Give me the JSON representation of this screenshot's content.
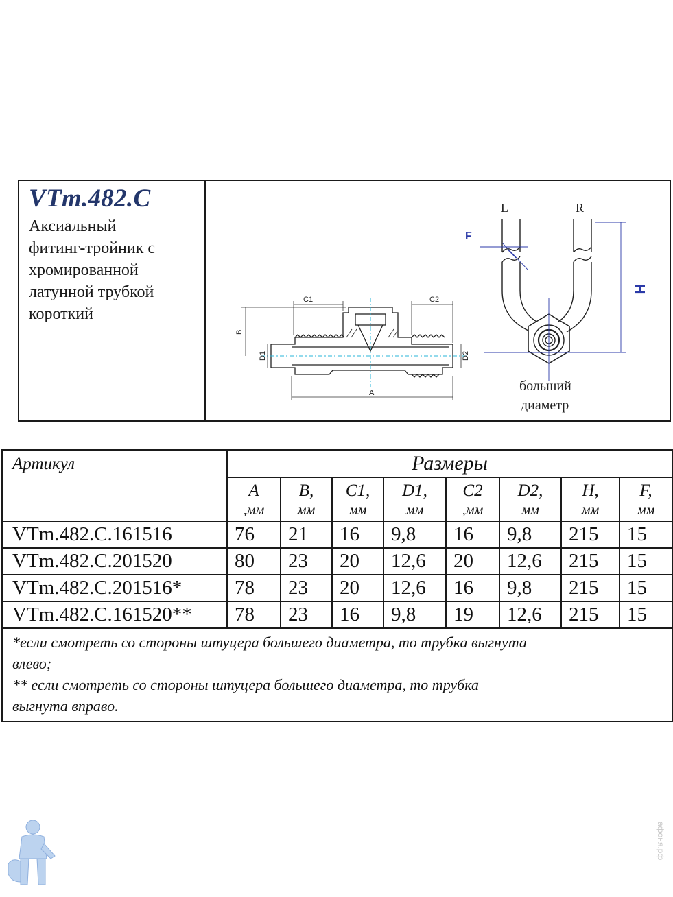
{
  "product": {
    "code": "VTm.482.C",
    "description_lines": [
      "Аксиальный",
      "фитинг-тройник с",
      "хромированной",
      "латунной трубкой",
      "короткий"
    ]
  },
  "drawing": {
    "labels": {
      "b": "B",
      "c1": "C1",
      "c2": "C2",
      "d1": "D1",
      "d2": "D2",
      "a": "A",
      "l": "L",
      "r": "R",
      "f": "F",
      "h": "H",
      "caption_line1": "больший",
      "caption_line2": "диаметр"
    },
    "colors": {
      "dim_blue": "#2b3aa8",
      "center_cyan": "#27b4d8",
      "outline": "#222222"
    }
  },
  "table": {
    "header_article": "Артикул",
    "header_dimensions": "Размеры",
    "columns": [
      {
        "letter": "A",
        "unit": ",мм"
      },
      {
        "letter": "B,",
        "unit": "мм"
      },
      {
        "letter": "C1,",
        "unit": "мм"
      },
      {
        "letter": "D1,",
        "unit": "мм"
      },
      {
        "letter": "C2",
        "unit": ",мм"
      },
      {
        "letter": "D2,",
        "unit": "мм"
      },
      {
        "letter": "H,",
        "unit": "мм"
      },
      {
        "letter": "F,",
        "unit": "мм"
      }
    ],
    "rows": [
      {
        "article": "VTm.482.C.161516",
        "values": [
          "76",
          "21",
          "16",
          "9,8",
          "16",
          "9,8",
          "215",
          "15"
        ]
      },
      {
        "article": "VTm.482.C.201520",
        "values": [
          "80",
          "23",
          "20",
          "12,6",
          "20",
          "12,6",
          "215",
          "15"
        ]
      },
      {
        "article": "VTm.482.C.201516*",
        "values": [
          "78",
          "23",
          "20",
          "12,6",
          "16",
          "9,8",
          "215",
          "15"
        ]
      },
      {
        "article": "VTm.482.C.161520**",
        "values": [
          "78",
          "23",
          "16",
          "9,8",
          "19",
          "12,6",
          "215",
          "15"
        ]
      }
    ],
    "notes": [
      "*если смотреть со стороны штуцера большего диаметра, то трубка выгнута",
      "влево;",
      "** если смотреть со стороны штуцера большего диаметра, то трубка",
      "выгнута вправо."
    ]
  },
  "watermark": {
    "text": "афоня.рф",
    "icon": "plumber-mascot-icon"
  }
}
